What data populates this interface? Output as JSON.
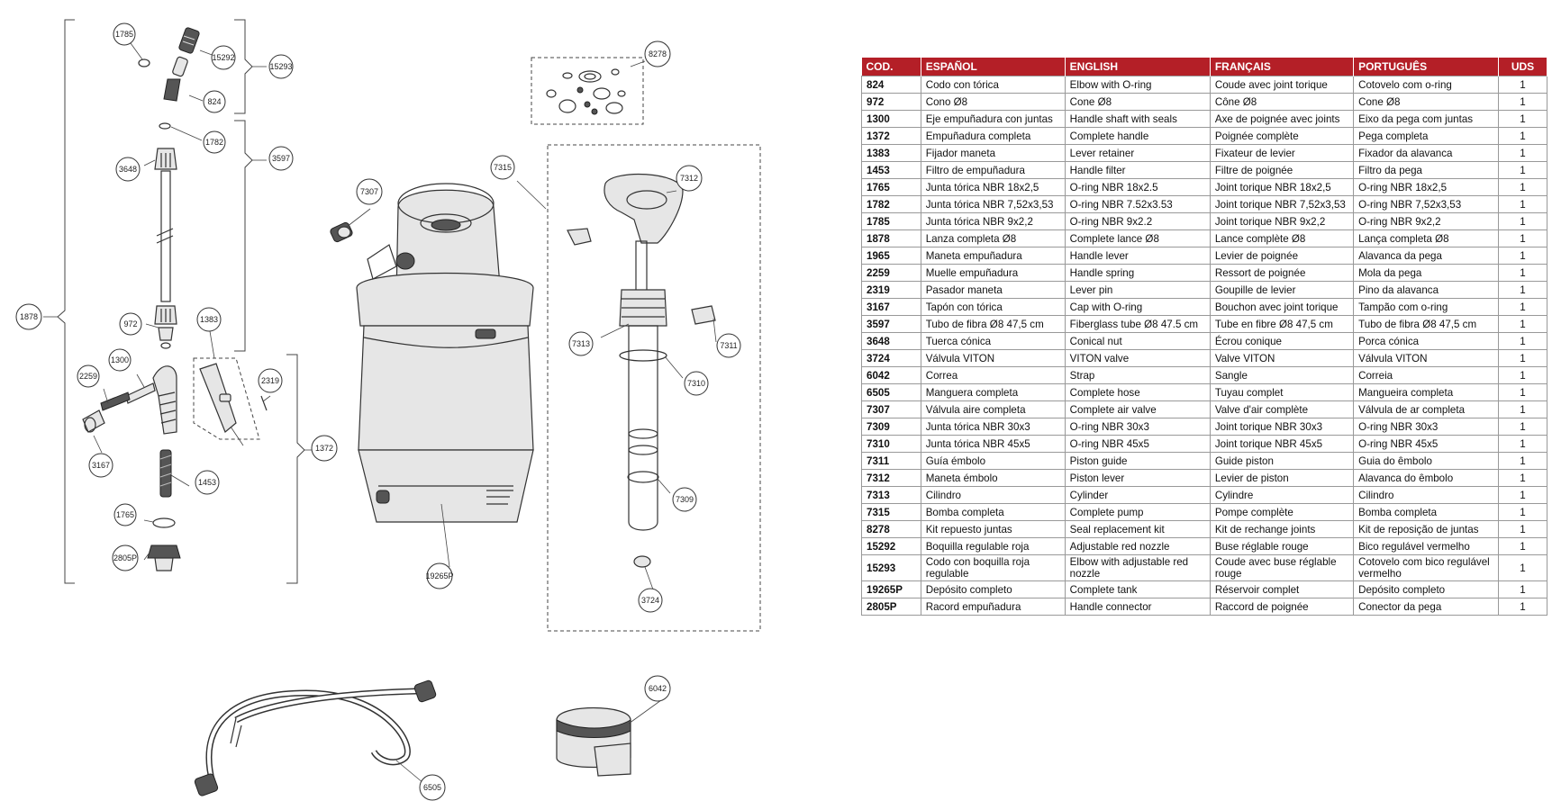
{
  "diagram": {
    "callouts": [
      "1785",
      "15292",
      "15293",
      "824",
      "1782",
      "3597",
      "3648",
      "1878",
      "972",
      "1383",
      "2259",
      "1300",
      "2319",
      "3167",
      "1453",
      "1372",
      "1765",
      "2805P",
      "8278",
      "7307",
      "7315",
      "7312",
      "7313",
      "7311",
      "7310",
      "7309",
      "3724",
      "19265P",
      "6042",
      "6505"
    ]
  },
  "table": {
    "headers": [
      "COD.",
      "ESPAÑOL",
      "ENGLISH",
      "FRANÇAIS",
      "PORTUGUÊS",
      "UDS"
    ],
    "rows": [
      [
        "824",
        "Codo con tórica",
        "Elbow with O-ring",
        "Coude avec joint torique",
        "Cotovelo com o-ring",
        "1"
      ],
      [
        "972",
        "Cono Ø8",
        "Cone Ø8",
        "Cône Ø8",
        "Cone Ø8",
        "1"
      ],
      [
        "1300",
        "Eje empuñadura con juntas",
        "Handle shaft with seals",
        "Axe de poignée avec joints",
        "Eixo da pega com juntas",
        "1"
      ],
      [
        "1372",
        "Empuñadura completa",
        "Complete handle",
        "Poignée complète",
        "Pega completa",
        "1"
      ],
      [
        "1383",
        "Fijador maneta",
        "Lever retainer",
        "Fixateur de levier",
        "Fixador da alavanca",
        "1"
      ],
      [
        "1453",
        "Filtro de empuñadura",
        "Handle filter",
        "Filtre de poignée",
        "Filtro da pega",
        "1"
      ],
      [
        "1765",
        "Junta tórica NBR 18x2,5",
        "O-ring NBR 18x2.5",
        "Joint torique NBR 18x2,5",
        "O-ring NBR 18x2,5",
        "1"
      ],
      [
        "1782",
        "Junta tórica NBR 7,52x3,53",
        "O-ring NBR 7.52x3.53",
        "Joint torique NBR 7,52x3,53",
        "O-ring NBR 7,52x3,53",
        "1"
      ],
      [
        "1785",
        "Junta tórica NBR 9x2,2",
        "O-ring NBR 9x2.2",
        "Joint torique NBR 9x2,2",
        "O-ring NBR 9x2,2",
        "1"
      ],
      [
        "1878",
        "Lanza completa Ø8",
        "Complete lance Ø8",
        "Lance complète Ø8",
        "Lança completa Ø8",
        "1"
      ],
      [
        "1965",
        "Maneta empuñadura",
        "Handle lever",
        "Levier de poignée",
        "Alavanca da pega",
        "1"
      ],
      [
        "2259",
        "Muelle empuñadura",
        "Handle spring",
        "Ressort de poignée",
        "Mola da pega",
        "1"
      ],
      [
        "2319",
        "Pasador maneta",
        "Lever pin",
        "Goupille de levier",
        "Pino da alavanca",
        "1"
      ],
      [
        "3167",
        "Tapón con tórica",
        "Cap with O-ring",
        "Bouchon avec joint torique",
        "Tampão com o-ring",
        "1"
      ],
      [
        "3597",
        "Tubo de fibra Ø8 47,5 cm",
        "Fiberglass tube Ø8 47.5 cm",
        "Tube en fibre Ø8 47,5 cm",
        "Tubo de fibra Ø8 47,5 cm",
        "1"
      ],
      [
        "3648",
        "Tuerca cónica",
        "Conical nut",
        "Écrou conique",
        "Porca cónica",
        "1"
      ],
      [
        "3724",
        "Válvula VITON",
        "VITON valve",
        "Valve VITON",
        "Válvula VITON",
        "1"
      ],
      [
        "6042",
        "Correa",
        "Strap",
        "Sangle",
        "Correia",
        "1"
      ],
      [
        "6505",
        "Manguera completa",
        "Complete hose",
        "Tuyau complet",
        "Mangueira completa",
        "1"
      ],
      [
        "7307",
        "Válvula aire completa",
        "Complete air valve",
        "Valve d'air complète",
        "Válvula de ar completa",
        "1"
      ],
      [
        "7309",
        "Junta tórica NBR 30x3",
        "O-ring NBR 30x3",
        "Joint torique NBR 30x3",
        "O-ring NBR 30x3",
        "1"
      ],
      [
        "7310",
        "Junta tórica NBR 45x5",
        "O-ring NBR 45x5",
        "Joint torique NBR 45x5",
        "O-ring NBR 45x5",
        "1"
      ],
      [
        "7311",
        "Guía émbolo",
        "Piston guide",
        "Guide piston",
        "Guia do êmbolo",
        "1"
      ],
      [
        "7312",
        "Maneta émbolo",
        "Piston lever",
        "Levier de piston",
        "Alavanca do êmbolo",
        "1"
      ],
      [
        "7313",
        "Cilindro",
        "Cylinder",
        "Cylindre",
        "Cilindro",
        "1"
      ],
      [
        "7315",
        "Bomba completa",
        "Complete pump",
        "Pompe complète",
        "Bomba completa",
        "1"
      ],
      [
        "8278",
        "Kit repuesto juntas",
        "Seal replacement kit",
        "Kit de rechange joints",
        "Kit de reposição de juntas",
        "1"
      ],
      [
        "15292",
        "Boquilla regulable roja",
        "Adjustable red nozzle",
        "Buse réglable rouge",
        "Bico regulável vermelho",
        "1"
      ],
      [
        "15293",
        "Codo con boquilla roja regulable",
        "Elbow with adjustable red nozzle",
        "Coude avec buse réglable rouge",
        "Cotovelo com bico regulável vermelho",
        "1"
      ],
      [
        "19265P",
        "Depósito completo",
        "Complete tank",
        "Réservoir complet",
        "Depósito completo",
        "1"
      ],
      [
        "2805P",
        "Racord empuñadura",
        "Handle connector",
        "Raccord de poignée",
        "Conector da pega",
        "1"
      ]
    ]
  },
  "colors": {
    "header_bg": "#b41f27",
    "header_text": "#ffffff"
  }
}
